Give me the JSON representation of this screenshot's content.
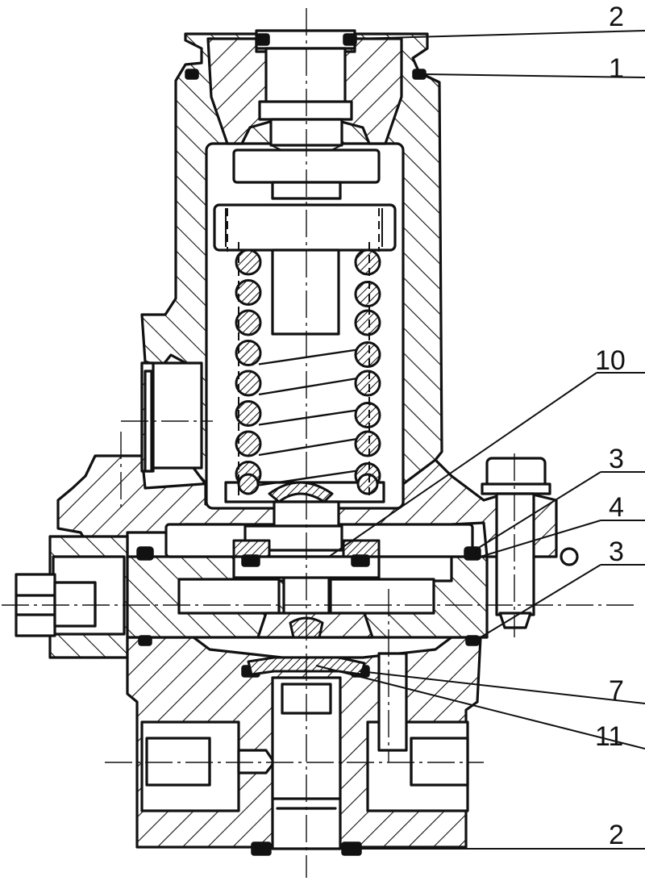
{
  "drawing": {
    "callouts": [
      {
        "id": "c2-top",
        "label": "2"
      },
      {
        "id": "c1",
        "label": "1"
      },
      {
        "id": "c10",
        "label": "10"
      },
      {
        "id": "c3-upper",
        "label": "3"
      },
      {
        "id": "c4",
        "label": "4"
      },
      {
        "id": "c3-lower",
        "label": "3"
      },
      {
        "id": "c7",
        "label": "7"
      },
      {
        "id": "c11",
        "label": "11"
      },
      {
        "id": "c2-bottom",
        "label": "2"
      }
    ]
  }
}
